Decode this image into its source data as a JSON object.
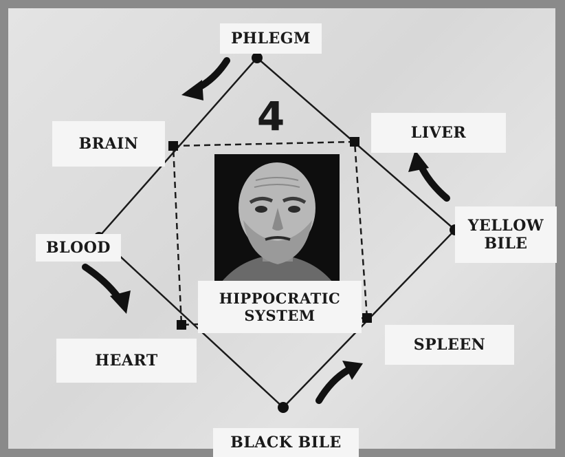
{
  "diagram": {
    "number": "4",
    "labels": {
      "phlegm": "PHLEGM",
      "brain": "BRAIN",
      "liver": "LIVER",
      "yellow_bile_line1": "YELLOW",
      "yellow_bile_line2": "BILE",
      "blood": "BLOOD",
      "heart": "HEART",
      "spleen": "SPLEEN",
      "black_bile": "BLACK BILE",
      "system_line1": "HIPPOCRATIC",
      "system_line2": "SYSTEM"
    },
    "colors": {
      "board": "#dcdcdc",
      "line": "#1a1a1a",
      "label_bg": "#f5f5f5"
    },
    "portrait_icon": "bust-portrait-icon"
  }
}
